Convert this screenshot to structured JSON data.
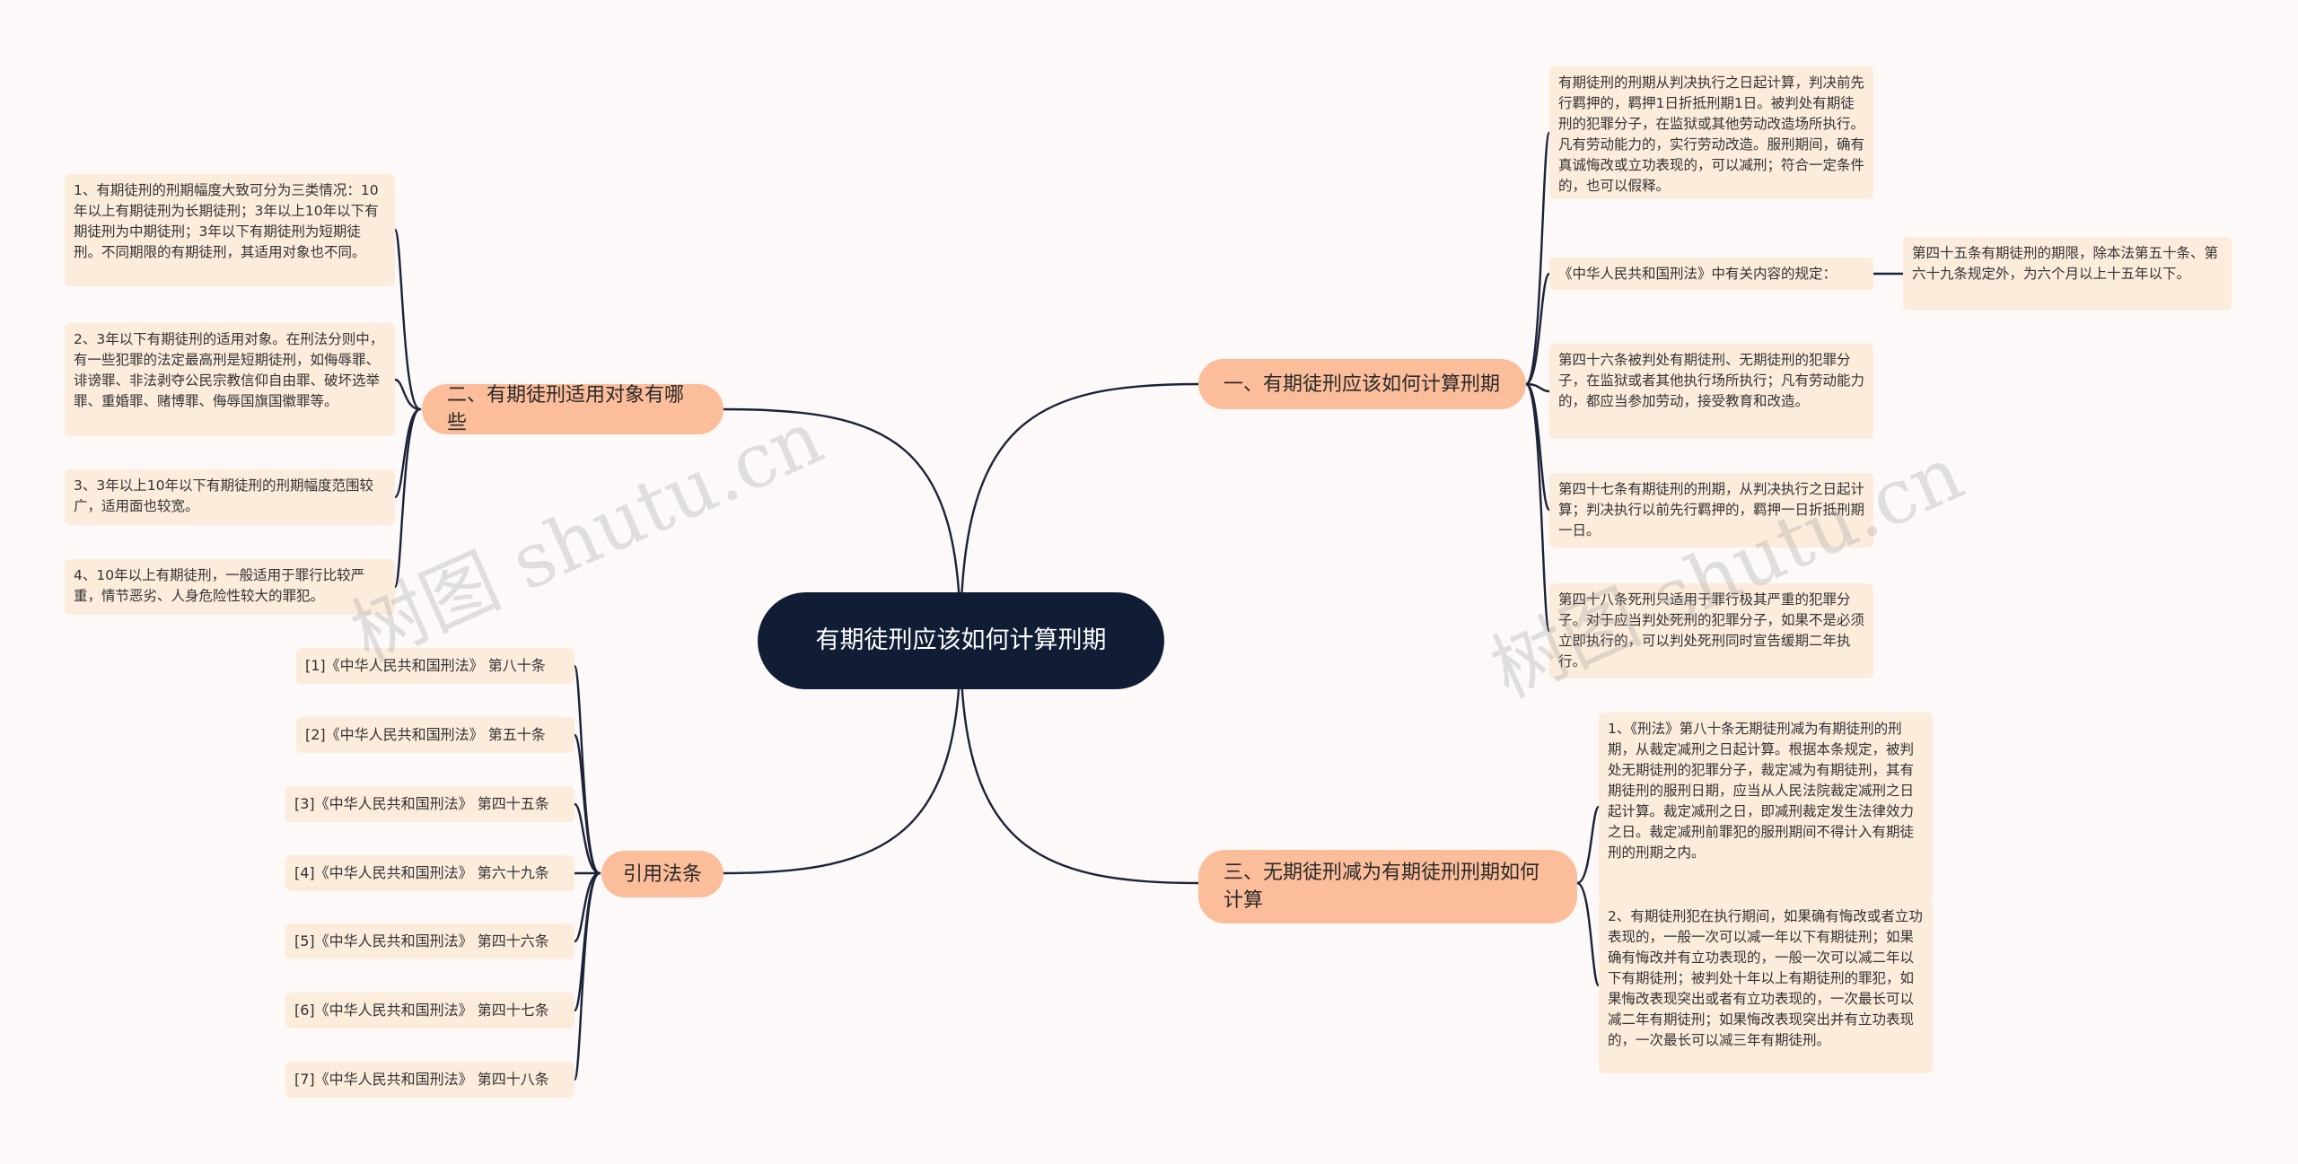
{
  "root": {
    "title": "有期徒刑应该如何计算刑期"
  },
  "branches": {
    "b1": {
      "label": "一、有期徒刑应该如何计算刑期",
      "items": [
        "有期徒刑的刑期从判决执行之日起计算，判决前先行羁押的，羁押1日折抵刑期1日。被判处有期徒刑的犯罪分子，在监狱或其他劳动改造场所执行。凡有劳动能力的，实行劳动改造。服刑期间，确有真诚悔改或立功表现的，可以减刑；符合一定条件的，也可以假释。",
        "《中华人民共和国刑法》中有关内容的规定：",
        "第四十六条被判处有期徒刑、无期徒刑的犯罪分子，在监狱或者其他执行场所执行；凡有劳动能力的，都应当参加劳动，接受教育和改造。",
        "第四十七条有期徒刑的刑期，从判决执行之日起计算；判决执行以前先行羁押的，羁押一日折抵刑期一日。",
        "第四十八条死刑只适用于罪行极其严重的犯罪分子。对于应当判处死刑的犯罪分子，如果不是必须立即执行的，可以判处死刑同时宣告缓期二年执行。"
      ],
      "sub_item": "第四十五条有期徒刑的期限，除本法第五十条、第六十九条规定外，为六个月以上十五年以下。"
    },
    "b2": {
      "label": "二、有期徒刑适用对象有哪些",
      "items": [
        "1、有期徒刑的刑期幅度大致可分为三类情况：10年以上有期徒刑为长期徒刑；3年以上10年以下有期徒刑为中期徒刑；3年以下有期徒刑为短期徒刑。不同期限的有期徒刑，其适用对象也不同。",
        "2、3年以下有期徒刑的适用对象。在刑法分则中，有一些犯罪的法定最高刑是短期徒刑，如侮辱罪、诽谤罪、非法剥夺公民宗教信仰自由罪、破坏选举罪、重婚罪、赌博罪、侮辱国旗国徽罪等。",
        "3、3年以上10年以下有期徒刑的刑期幅度范围较广，适用面也较宽。",
        "4、10年以上有期徒刑，一般适用于罪行比较严重，情节恶劣、人身危险性较大的罪犯。"
      ]
    },
    "b3": {
      "label": "三、无期徒刑减为有期徒刑刑期如何计算",
      "items": [
        "1、《刑法》第八十条无期徒刑减为有期徒刑的刑期，从裁定减刑之日起计算。根据本条规定，被判处无期徒刑的犯罪分子，裁定减为有期徒刑，其有期徒刑的服刑日期，应当从人民法院裁定减刑之日起计算。裁定减刑之日，即减刑裁定发生法律效力之日。裁定减刑前罪犯的服刑期间不得计入有期徒刑的刑期之内。",
        "2、有期徒刑犯在执行期间，如果确有悔改或者立功表现的，一般一次可以减一年以下有期徒刑；如果确有悔改并有立功表现的，一般一次可以减二年以下有期徒刑；被判处十年以上有期徒刑的罪犯，如果悔改表现突出或者有立功表现的，一次最长可以减二年有期徒刑；如果悔改表现突出并有立功表现的，一次最长可以减三年有期徒刑。"
      ]
    },
    "b4": {
      "label": "引用法条",
      "items": [
        "[1]《中华人民共和国刑法》 第八十条",
        "[2]《中华人民共和国刑法》 第五十条",
        "[3]《中华人民共和国刑法》 第四十五条",
        "[4]《中华人民共和国刑法》 第六十九条",
        "[5]《中华人民共和国刑法》 第四十六条",
        "[6]《中华人民共和国刑法》 第四十七条",
        "[7]《中华人民共和国刑法》 第四十八条"
      ]
    }
  },
  "watermarks": [
    "树图 shutu.cn",
    "树图 shutu.cn"
  ],
  "colors": {
    "background": "#fcf9f8",
    "root": "#101d34",
    "branch": "#fbbd9a",
    "leaf": "#fcecdb",
    "line": "#1c2238"
  }
}
